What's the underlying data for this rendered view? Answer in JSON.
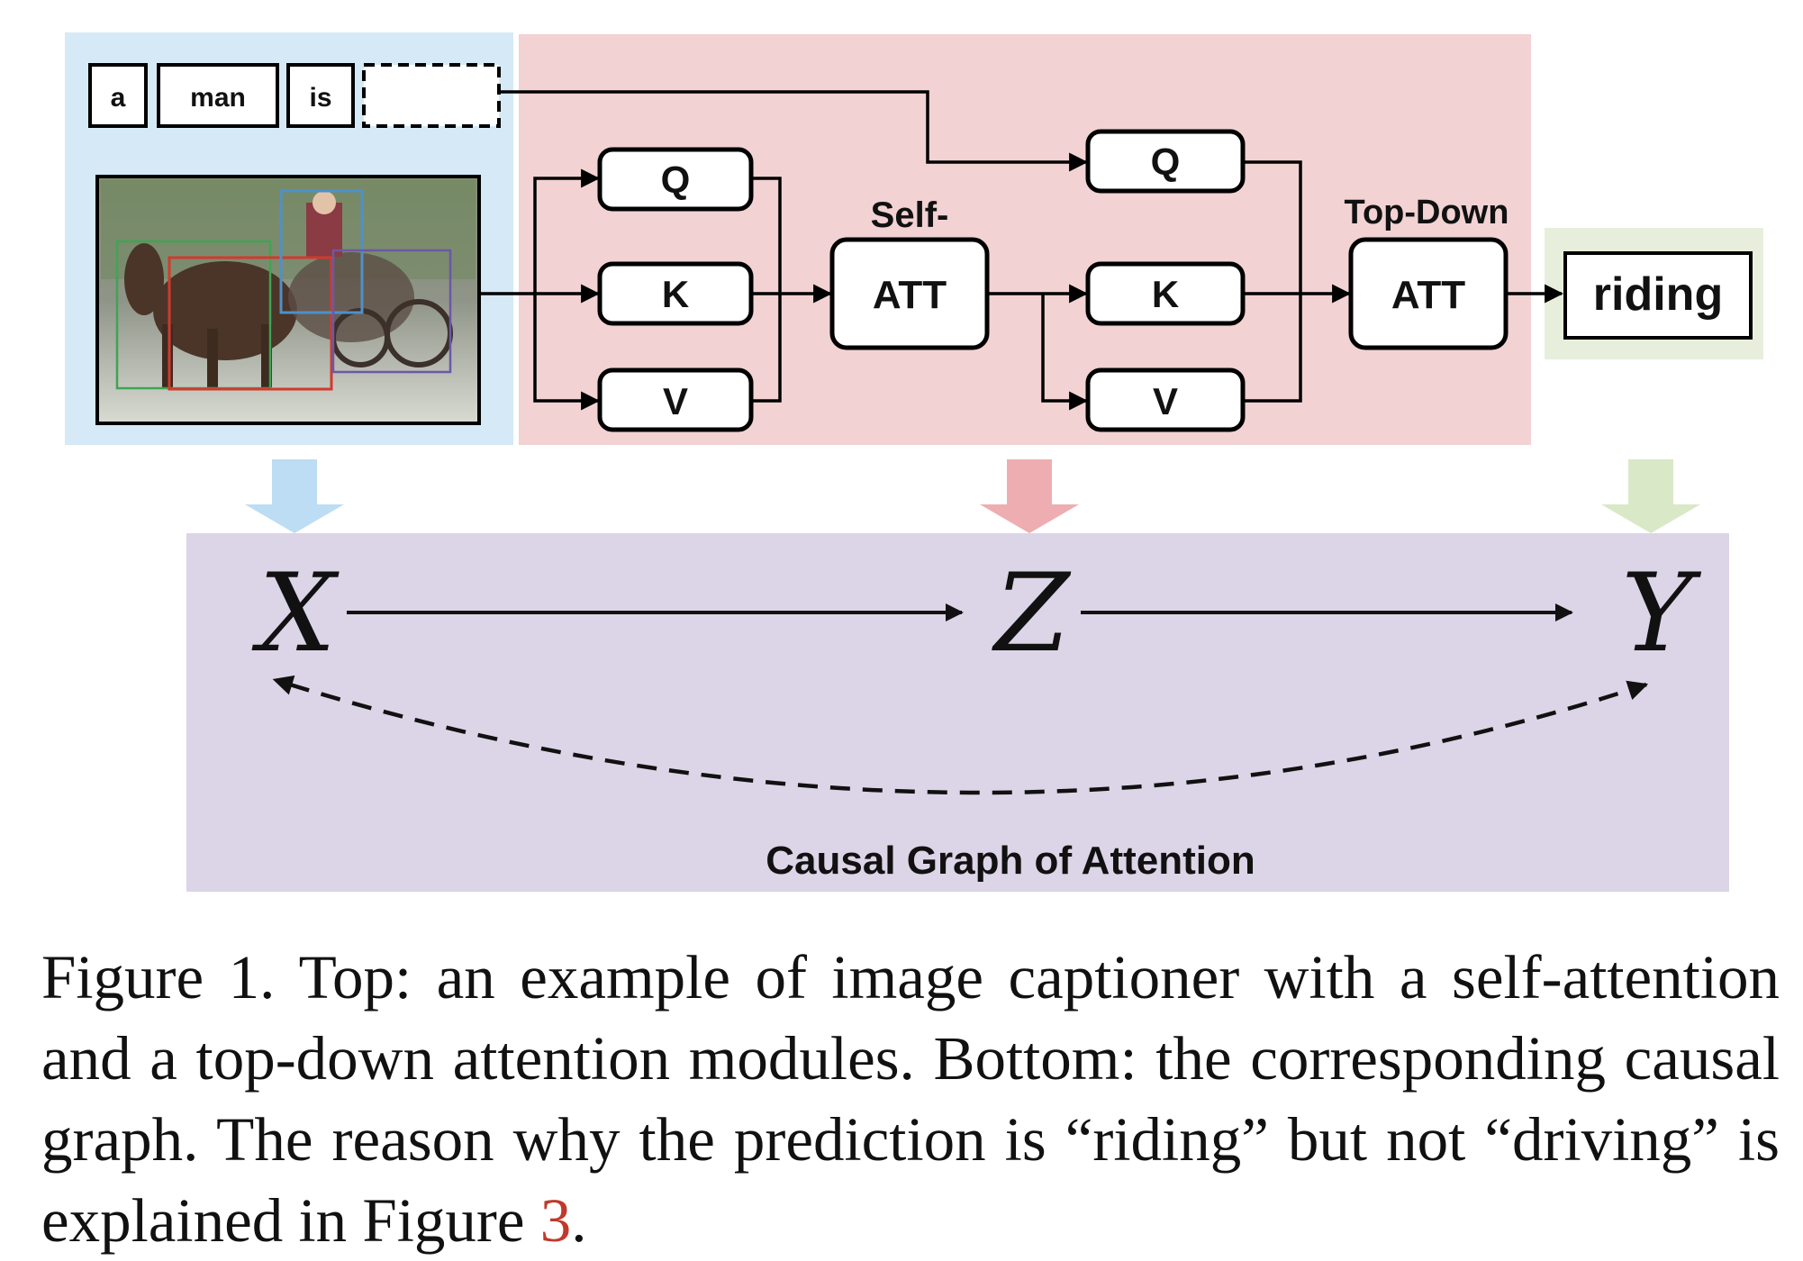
{
  "colors": {
    "input_panel": "#d5eaf6",
    "attention_panel": "#f2d2d3",
    "output_panel": "#e7efdc",
    "causal_panel": "#dcd4e7",
    "arrow_blue": "#bcddf3",
    "arrow_red": "#eeaeb1",
    "arrow_green": "#d9e8c7",
    "caption_ref": "#c0392b"
  },
  "words": [
    "a",
    "man",
    "is"
  ],
  "self_att": {
    "label_top": "Self-",
    "label": "ATT",
    "q": "Q",
    "k": "K",
    "v": "V"
  },
  "topdown_att": {
    "label_top": "Top-Down",
    "label": "ATT",
    "q": "Q",
    "k": "K",
    "v": "V"
  },
  "output_word": "riding",
  "causal": {
    "nodes": [
      "X",
      "Z",
      "Y"
    ],
    "title": "Causal Graph of Attention"
  },
  "caption": {
    "text": "Figure 1. Top: an example of image captioner with a self-attention and a top-down attention modules. Bottom: the corresponding causal graph. The reason why the prediction is “riding” but not “driving” is explained in Figure",
    "ref": "3",
    "end": "."
  }
}
